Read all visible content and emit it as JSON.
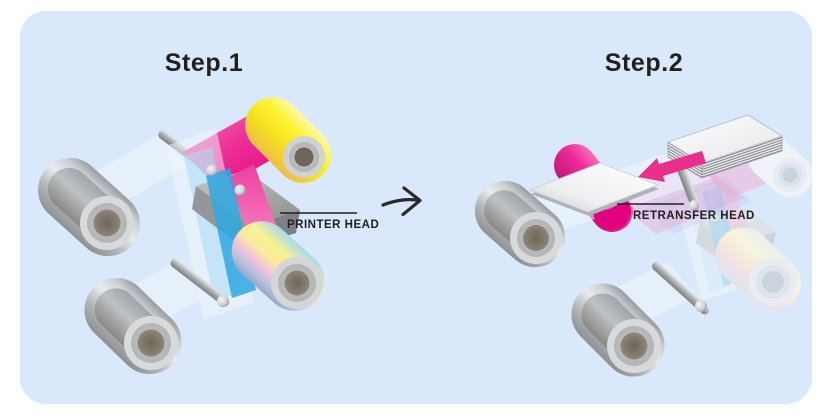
{
  "figure": {
    "type": "retransfer-printing-process-diagram",
    "steps": [
      {
        "label": "Step.1",
        "callout": "PRINTER HEAD"
      },
      {
        "label": "Step.2",
        "callout": "RETRANSFER HEAD"
      }
    ],
    "transition_arrow_glyph": "→"
  },
  "colors": {
    "page_bg": "#ffffff",
    "panel_bg": "#d9e9fb",
    "title_text": "#231f20",
    "callout_text": "#231f20",
    "leader_line": "#231f20",
    "arrow_stroke": "#2a2a2a",
    "ink_magenta": "#ec008c",
    "ink_yellow": "#fde91c",
    "ink_cyan": "#2fa8e0",
    "retransfer_roller_magenta": "#e2007d",
    "card_feed_arrow_pink": "#ea2e8b",
    "roller_gray": "#b9bcc0",
    "card_white": "#f5f7f8"
  }
}
